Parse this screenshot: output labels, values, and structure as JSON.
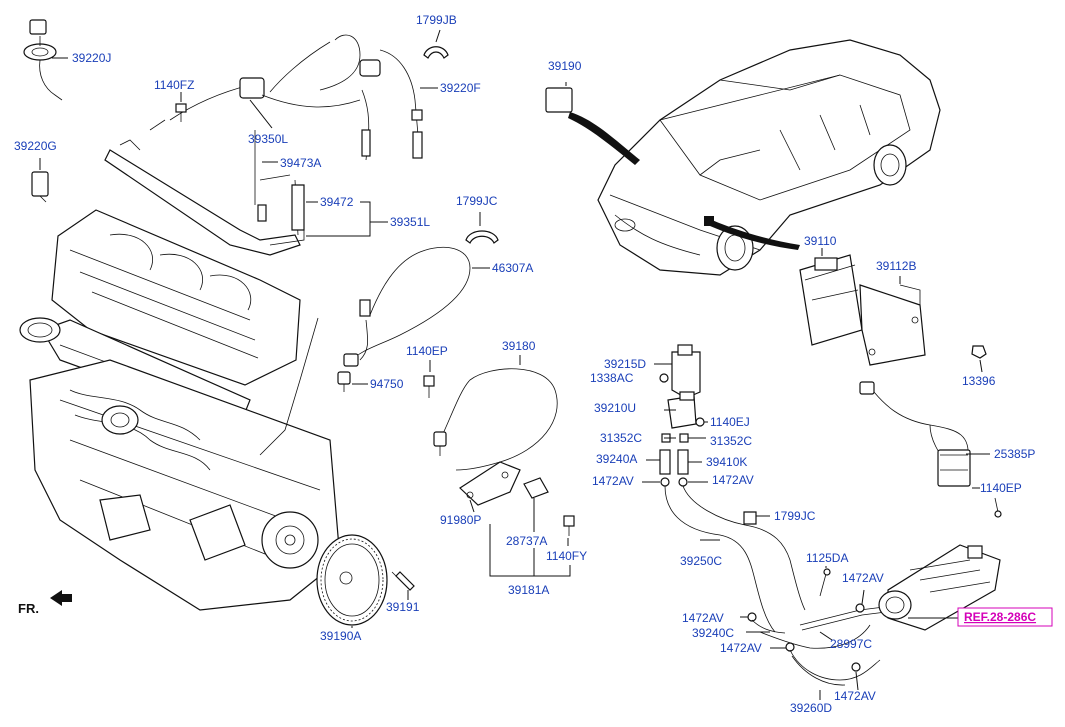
{
  "reference": {
    "label": "REF.28-286C",
    "color": "#d400b8"
  },
  "direction_marker": {
    "label": "FR."
  },
  "label_color": "#1a3fb8",
  "labels": {
    "l_39220J": "39220J",
    "l_1799JB": "1799JB",
    "l_1140FZ": "1140FZ",
    "l_39220F": "39220F",
    "l_39350L": "39350L",
    "l_39220G": "39220G",
    "l_39473A": "39473A",
    "l_39472": "39472",
    "l_39351L": "39351L",
    "l_1799JC_a": "1799JC",
    "l_46307A": "46307A",
    "l_1140EP_a": "1140EP",
    "l_39180": "39180",
    "l_94750": "94750",
    "l_91980P": "91980P",
    "l_28737A": "28737A",
    "l_1140FY": "1140FY",
    "l_39181A": "39181A",
    "l_39191": "39191",
    "l_39190A": "39190A",
    "l_39190": "39190",
    "l_39110": "39110",
    "l_39112B": "39112B",
    "l_13396": "13396",
    "l_25385P": "25385P",
    "l_1140EP_b": "1140EP",
    "l_39215D": "39215D",
    "l_1338AC": "1338AC",
    "l_39210U": "39210U",
    "l_1140EJ": "1140EJ",
    "l_31352C_a": "31352C",
    "l_31352C_b": "31352C",
    "l_39240A": "39240A",
    "l_39410K": "39410K",
    "l_1472AV_a": "1472AV",
    "l_1472AV_b": "1472AV",
    "l_1799JC_b": "1799JC",
    "l_39250C": "39250C",
    "l_1125DA": "1125DA",
    "l_1472AV_c": "1472AV",
    "l_1472AV_d": "1472AV",
    "l_39240C": "39240C",
    "l_28997C": "28997C",
    "l_1472AV_e": "1472AV",
    "l_39260D": "39260D",
    "l_1472AV_f": "1472AV"
  }
}
